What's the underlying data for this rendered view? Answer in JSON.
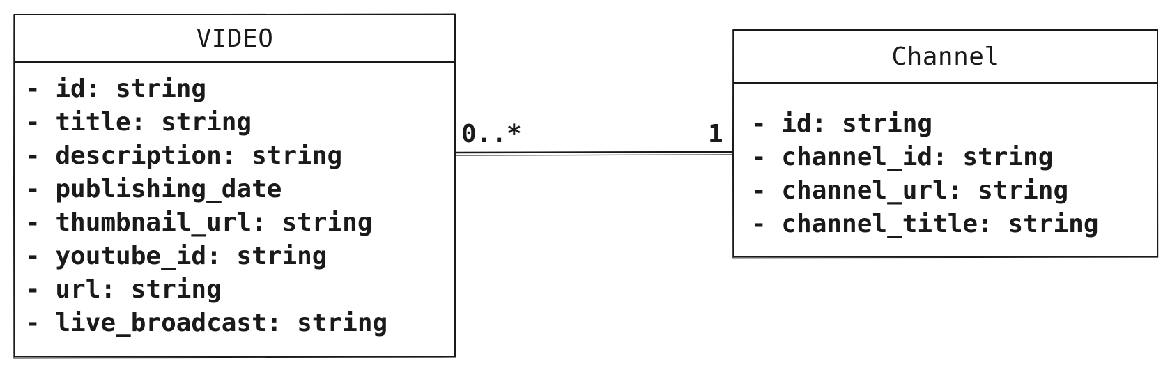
{
  "video": {
    "title": "VIDEO",
    "fields": [
      "- id: string",
      "- title: string",
      "- description: string",
      "- publishing_date",
      "- thumbnail_url: string",
      "- youtube_id: string",
      "- url: string",
      "- live_broadcast: string"
    ]
  },
  "channel": {
    "title": "Channel",
    "fields": [
      "- id: string",
      "- channel_id: string",
      "- channel_url: string",
      "- channel_title: string"
    ]
  },
  "association": {
    "video_multiplicity": "0..*",
    "channel_multiplicity": "1"
  }
}
